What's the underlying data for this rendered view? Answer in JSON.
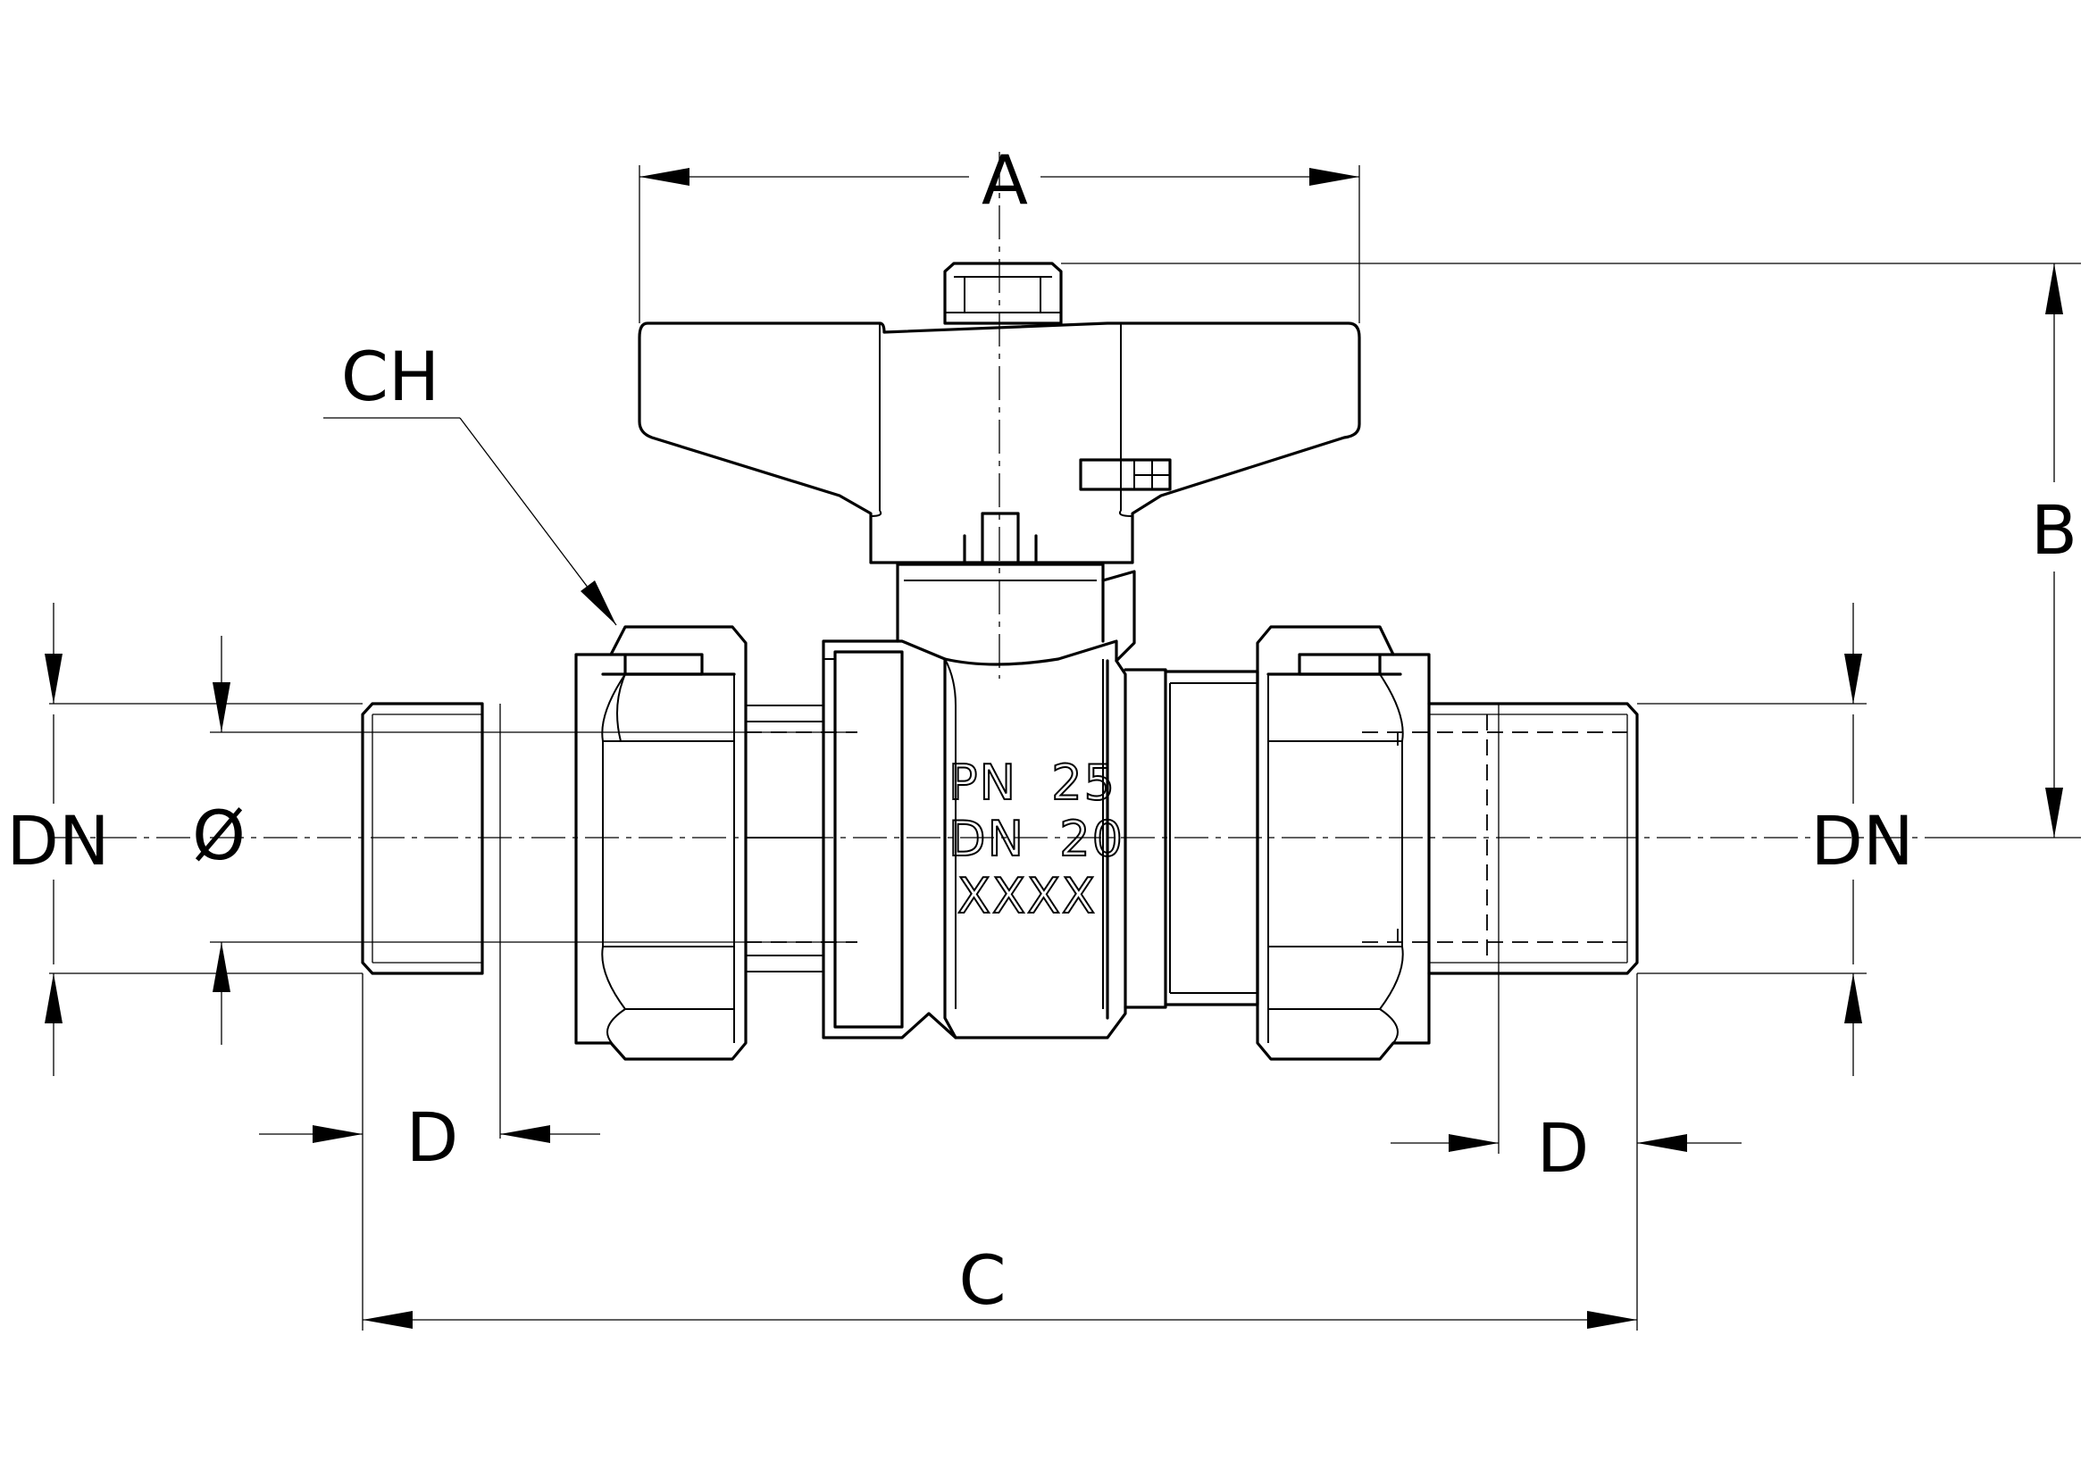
{
  "labels": {
    "a": "A",
    "b": "B",
    "c": "C",
    "ch": "CH",
    "dn_left": "DN",
    "dn_right": "DN",
    "dia": "Ø",
    "d_left": "D",
    "d_right": "D"
  },
  "body_marking": {
    "line1": "PN  25",
    "line2": "DN  20",
    "line3": "XXXX"
  }
}
